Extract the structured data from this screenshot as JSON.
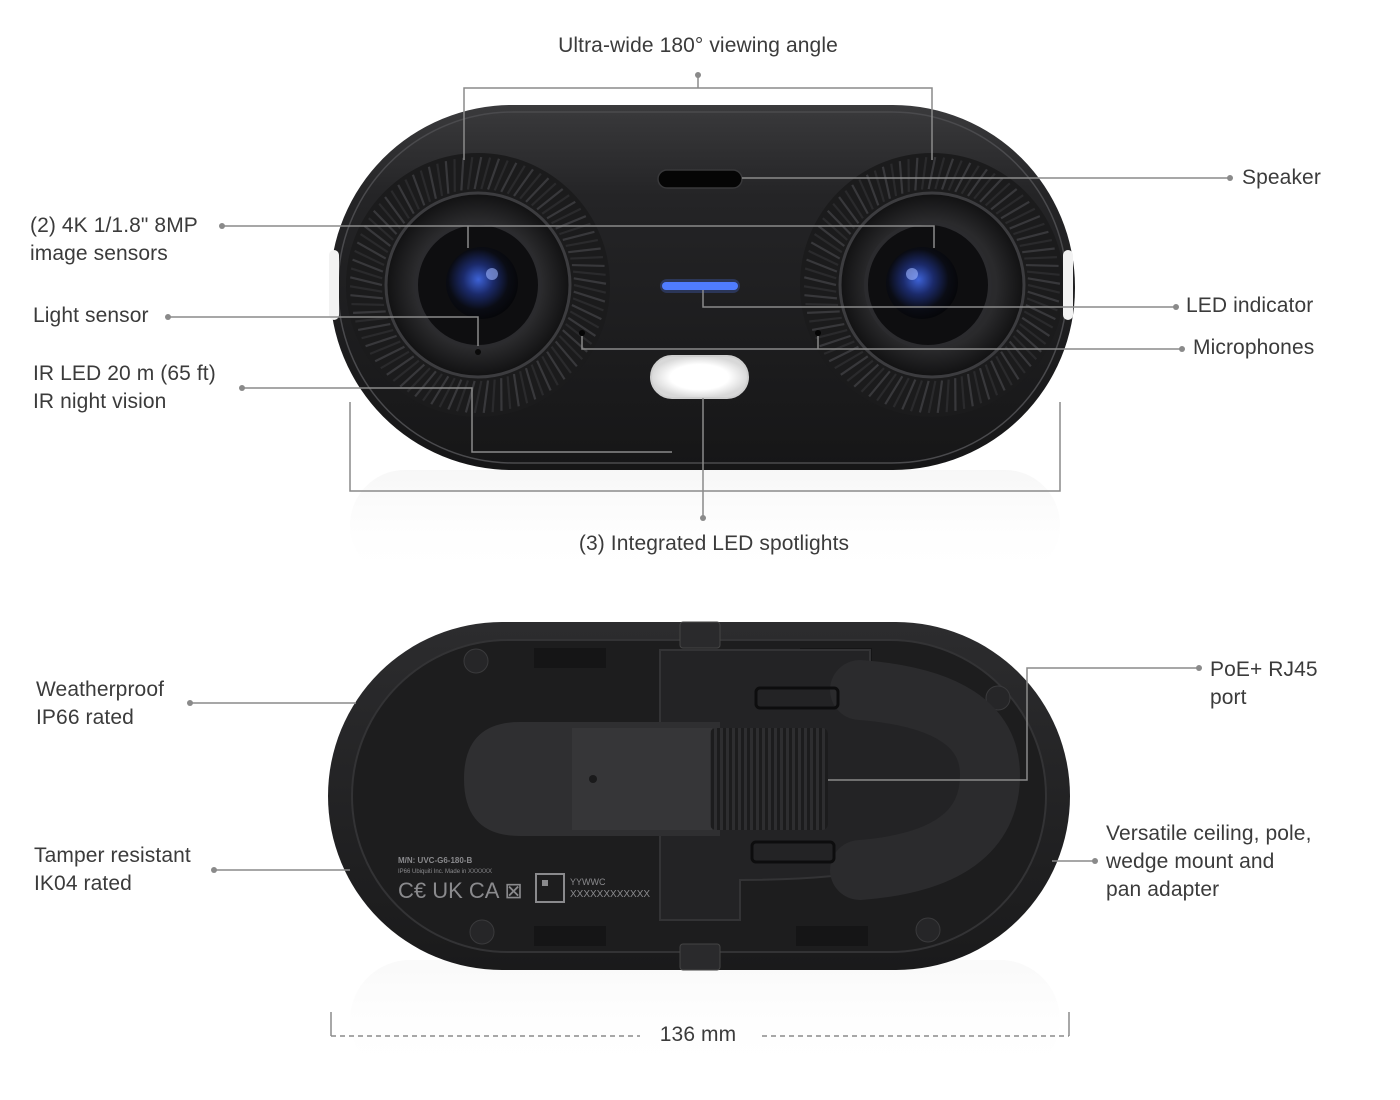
{
  "callouts": {
    "viewing_angle": "Ultra-wide 180° viewing angle",
    "speaker": "Speaker",
    "image_sensors": [
      "(2) 4K 1/1.8\" 8MP",
      "image sensors"
    ],
    "light_sensor": "Light sensor",
    "ir_led": [
      "IR LED 20 m (65 ft)",
      "IR night vision"
    ],
    "led_indicator": "LED indicator",
    "microphones": "Microphones",
    "spotlights": "(3) Integrated LED spotlights",
    "weatherproof": [
      "Weatherproof",
      "IP66 rated"
    ],
    "tamper": [
      "Tamper resistant",
      "IK04 rated"
    ],
    "poe": [
      "PoE+ RJ45",
      "port"
    ],
    "mount": [
      "Versatile ceiling, pole,",
      "wedge mount and",
      "pan adapter"
    ]
  },
  "dimension": "136 mm",
  "device_label": {
    "model": "M/N: UVC-G6-180-B",
    "rating_line": "IP66    Ubiquiti Inc.    Made in XXXXXX",
    "date_code": "YYWWC",
    "serial": "XXXXXXXXXXXX"
  },
  "colors": {
    "body": "#1e1e1f",
    "body_edge": "#3a3a3c",
    "leader": "#8a8a8a",
    "led_indicator": "#4f7dff",
    "spotlight": "#ffffff"
  }
}
